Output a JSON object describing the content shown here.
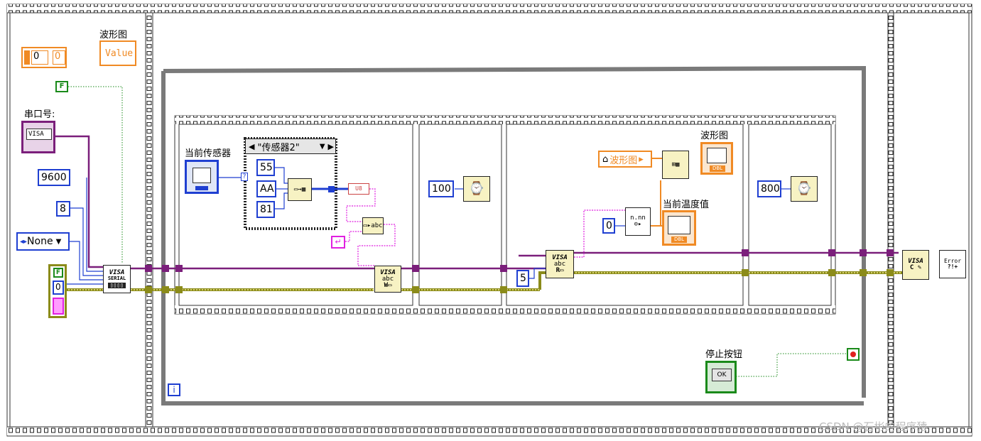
{
  "labels": {
    "waveform_top": "波形图",
    "serial_port": "串口号:",
    "current_sensor": "当前传感器",
    "waveform_graph": "波形图",
    "current_temp": "当前温度值",
    "stop_button": "停止按钮",
    "watermark": "CSDN @石彬的程序猿"
  },
  "constants": {
    "array_index": "0",
    "array_value": "0",
    "bool_false": "F",
    "baud_rate": "9600",
    "data_bits": "8",
    "parity": "None",
    "error_bool": "F",
    "error_code": "0",
    "hex_55": "55",
    "hex_aa": "AA",
    "hex_81": "81",
    "wait_100": "100",
    "bytes_read": "5",
    "index_0": "0",
    "wait_800": "800"
  },
  "nodes": {
    "waveform_value": "Value",
    "case_selector": "\"传感器2\"",
    "prop_node_waveform": "波形图",
    "visa": "VISA",
    "visa_serial": "SERIAL",
    "ok": "OK",
    "iteration": "i",
    "error_handler": "Error",
    "u8": "U8",
    "dbl": "DBL"
  },
  "colors": {
    "visa_wire": "#7b1f7b",
    "error_wire": "#8b8b1a",
    "loop_border": "#7a7a7a",
    "numeric_border": "#1f3fd1",
    "orange": "#f08a24",
    "boolean": "#1a8a1a",
    "string": "#e020e0"
  }
}
